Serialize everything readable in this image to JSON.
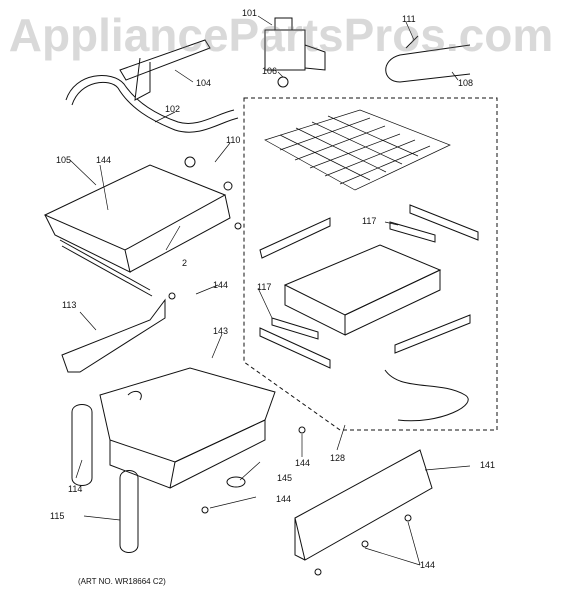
{
  "watermark": "AppliancePartsPros.com",
  "art_number": "(ART NO. WR18664 C2)",
  "callouts": {
    "c101": "101",
    "c111": "111",
    "c104": "104",
    "c106": "106",
    "c108": "108",
    "c102": "102",
    "c105": "105",
    "c144a": "144",
    "c110": "110",
    "c117a": "117",
    "c2": "2",
    "c144b": "144",
    "c117b": "117",
    "c113": "113",
    "c143": "143",
    "c144c": "144",
    "c145": "145",
    "c128": "128",
    "c141": "141",
    "c114": "114",
    "c144d": "144",
    "c115": "115",
    "c144e": "144"
  },
  "colors": {
    "line": "#111111",
    "watermark": "#787878"
  }
}
